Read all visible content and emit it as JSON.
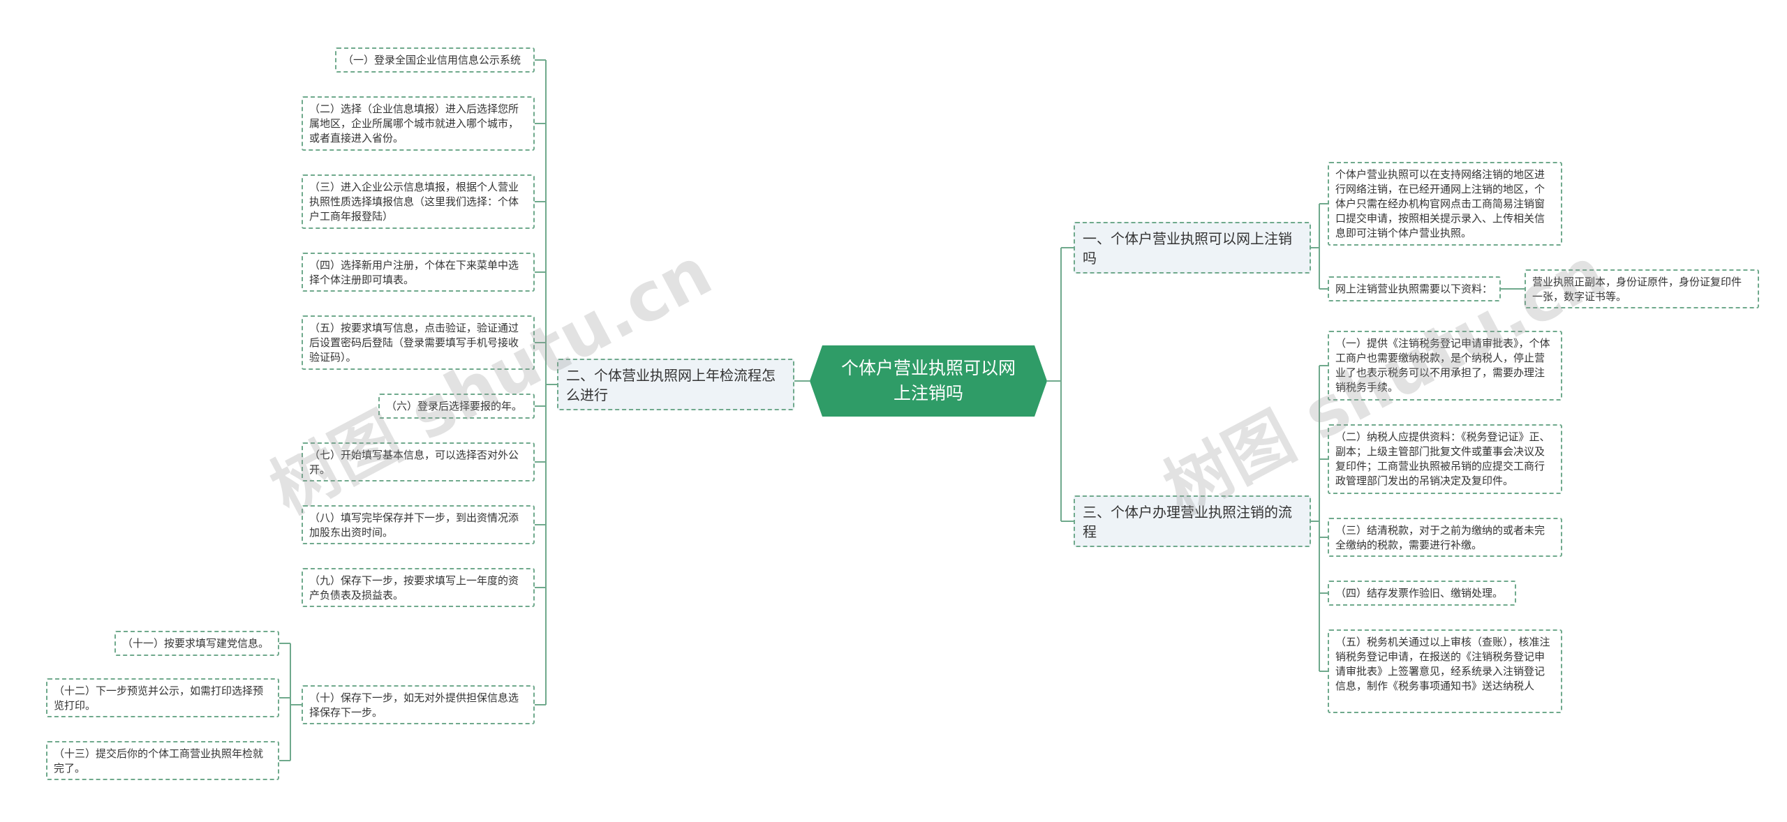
{
  "root": {
    "label": "个体户营业执照可以网上注销吗",
    "color": "#2f9c67"
  },
  "branches": {
    "left": {
      "label": "二、个体营业执照网上年检流程怎么进行",
      "items": [
        "（一）登录全国企业信用信息公示系统",
        "（二）选择（企业信息填报）进入后选择您所属地区，企业所属哪个城市就进入哪个城市，或者直接进入省份。",
        "（三）进入企业公示信息填报，根据个人营业执照性质选择填报信息（这里我们选择：个体户工商年报登陆）",
        "（四）选择新用户注册，个体在下来菜单中选择个体注册即可填表。",
        "（五）按要求填写信息，点击验证，验证通过后设置密码后登陆（登录需要填写手机号接收验证码）。",
        "（六）登录后选择要报的年。",
        "（七）开始填写基本信息，可以选择否对外公开。",
        "（八）填写完毕保存并下一步，到出资情况添加股东出资时间。",
        "（九）保存下一步，按要求填写上一年度的资产负债表及损益表。",
        "（十）保存下一步，如无对外提供担保信息选择保存下一步。"
      ],
      "sub_items": [
        "（十一）按要求填写建党信息。",
        "（十二）下一步预览并公示，如需打印选择预览打印。",
        "（十三）提交后你的个体工商营业执照年检就完了。"
      ]
    },
    "right_top": {
      "label": "一、个体户营业执照可以网上注销吗",
      "items": [
        "个体户营业执照可以在支持网络注销的地区进行网络注销，在已经开通网上注销的地区，个体户只需在经办机构官网点击工商简易注销窗口提交申请，按照相关提示录入、上传相关信息即可注销个体户营业执照。",
        "网上注销营业执照需要以下资料："
      ],
      "sub_item": "营业执照正副本，身份证原件，身份证复印件一张，数字证书等。"
    },
    "right_bottom": {
      "label": "三、个体户办理营业执照注销的流程",
      "items": [
        "（一）提供《注销税务登记申请审批表》，个体工商户也需要缴纳税款，是个纳税人，停止营业了也表示税务可以不用承担了，需要办理注销税务手续。",
        "（二）纳税人应提供资料：《税务登记证》正、副本；上级主管部门批复文件或董事会决议及复印件；工商营业执照被吊销的应提交工商行政管理部门发出的吊销决定及复印件。",
        "（三）结清税款，对于之前为缴纳的或者未完全缴纳的税款，需要进行补缴。",
        "（四）结存发票作验旧、缴销处理。",
        "（五）税务机关通过以上审核（查账），核准注销税务登记申请，在报送的《注销税务登记申请审批表》上签署意见，经系统录入注销登记信息，制作《税务事项通知书》送达纳税人"
      ]
    }
  },
  "watermarks": [
    "树图 shutu.cn",
    "树图 shutu.cn"
  ],
  "colors": {
    "line": "#6fa98c",
    "node_fill": "#eef3f7"
  }
}
